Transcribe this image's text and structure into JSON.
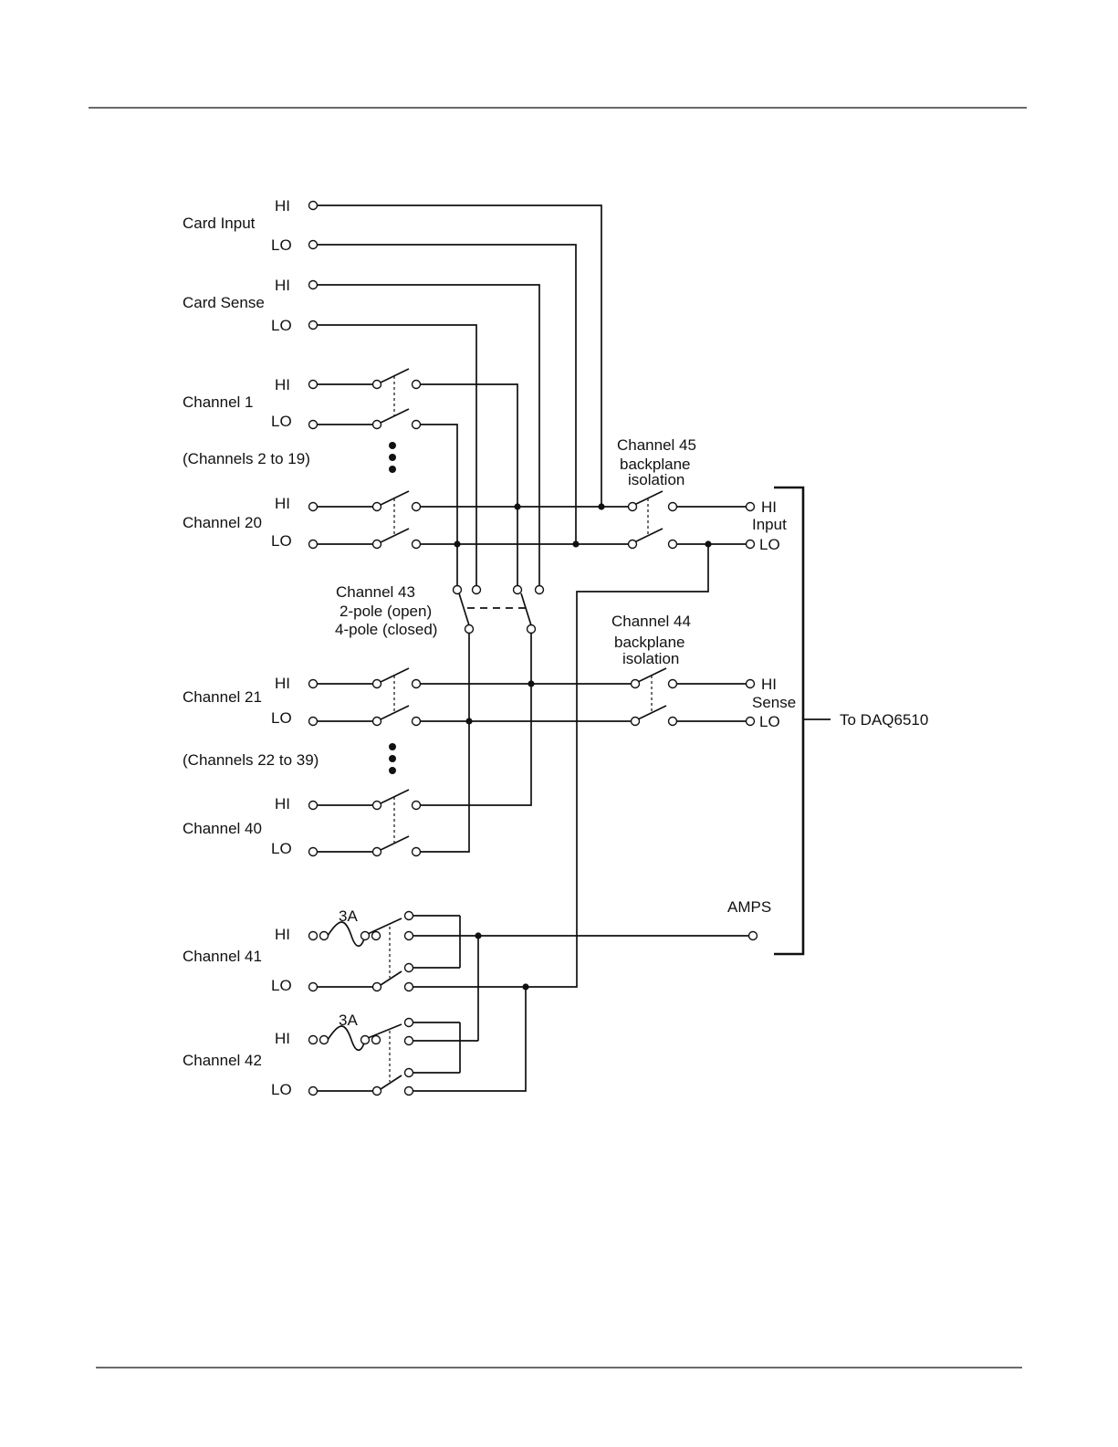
{
  "labels": {
    "hi": "HI",
    "lo": "LO",
    "card_input": "Card Input",
    "card_sense": "Card Sense",
    "channel_1": "Channel 1",
    "channels_2_19": "(Channels 2 to 19)",
    "channel_20": "Channel 20",
    "channel_43_l1": "Channel  43",
    "channel_43_l2": "2-pole (open)",
    "channel_43_l3": "4-pole (closed)",
    "channel_21": "Channel 21",
    "channels_22_39": "(Channels 22 to 39)",
    "channel_40": "Channel 40",
    "channel_41": "Channel 41",
    "channel_42": "Channel 42",
    "fuse_rating": "3A",
    "ch45_l1": "Channel 45",
    "ch45_l2": "backplane",
    "ch45_l3": "isolation",
    "ch44_l1": "Channel 44",
    "ch44_l2": "backplane",
    "ch44_l3": "isolation",
    "input": "Input",
    "sense": "Sense",
    "amps": "AMPS",
    "to_daq": "To DAQ6510"
  }
}
